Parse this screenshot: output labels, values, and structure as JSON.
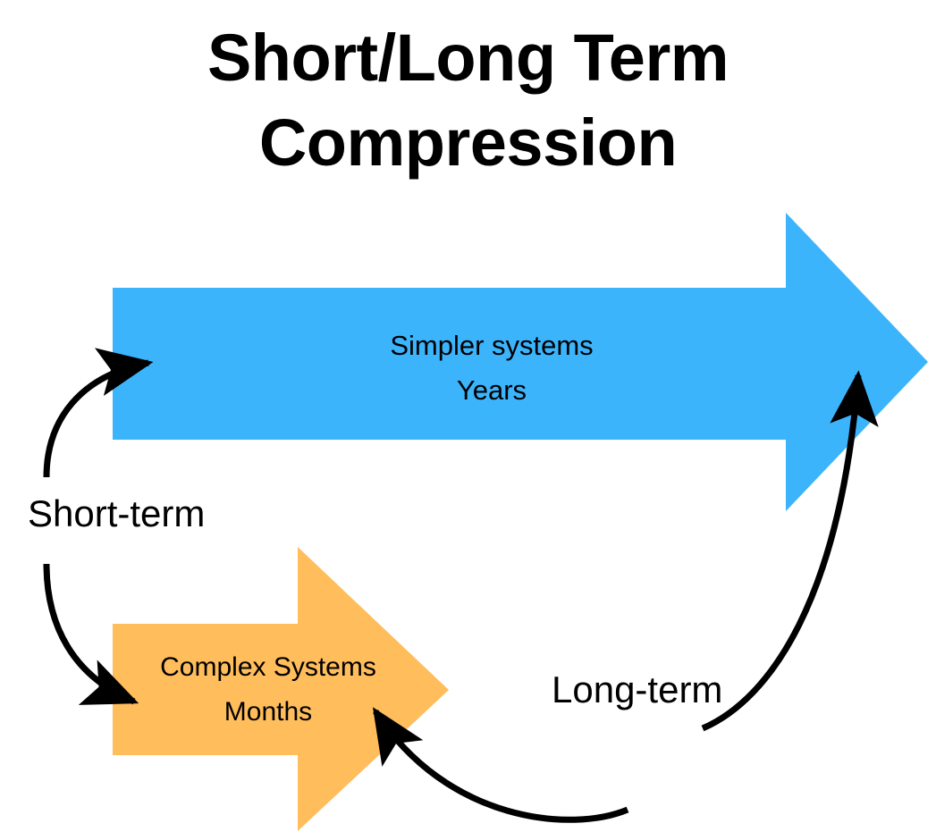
{
  "title": "Short/Long Term\nCompression",
  "colors": {
    "background": "#ffffff",
    "blue_arrow": "#3cb4fc",
    "orange_arrow": "#ffbd5c",
    "text": "#000000",
    "connector": "#000000"
  },
  "blue_arrow": {
    "name": "simpler-systems-arrow",
    "text": "Simpler systems\nYears",
    "line1": "Simpler systems",
    "line2": "Years",
    "direction": "right",
    "fill": "#3cb4fc"
  },
  "orange_arrow": {
    "name": "complex-systems-arrow",
    "text": "Complex Systems\nMonths",
    "line1": "Complex Systems",
    "line2": "Months",
    "direction": "right",
    "fill": "#ffbd5c"
  },
  "connectors": [
    {
      "label": "Short-term",
      "from": "short-term-label",
      "to": "simpler-systems-arrow"
    },
    {
      "label": "Short-term",
      "from": "short-term-label",
      "to": "complex-systems-arrow"
    },
    {
      "label": "Long-term",
      "from": "long-term-label",
      "to": "simpler-systems-arrow"
    },
    {
      "label": "Long-term",
      "from": "long-term-label",
      "to": "complex-systems-arrow"
    }
  ],
  "labels": {
    "short_term": "Short-term",
    "long_term": "Long-term"
  }
}
